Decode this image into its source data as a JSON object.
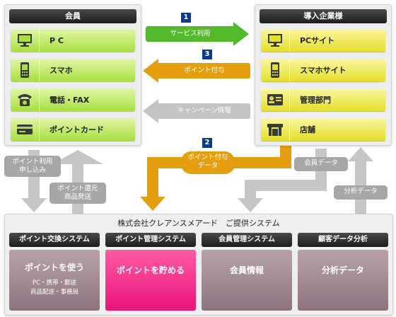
{
  "left_panel": {
    "title": "会員",
    "items": [
      {
        "label": "P C",
        "icon": "monitor-icon"
      },
      {
        "label": "スマホ",
        "icon": "smartphone-icon"
      },
      {
        "label": "電話・FAX",
        "icon": "telephone-icon"
      },
      {
        "label": "ポイントカード",
        "icon": "card-icon"
      }
    ]
  },
  "right_panel": {
    "title": "導入企業様",
    "items": [
      {
        "label": "PCサイト",
        "icon": "monitor-icon"
      },
      {
        "label": "スマホサイト",
        "icon": "smartphone-icon"
      },
      {
        "label": "管理部門",
        "icon": "id-badge-icon"
      },
      {
        "label": "店舗",
        "icon": "store-icon"
      }
    ]
  },
  "flows": {
    "service_use": {
      "number": "1",
      "label": "サービス利用",
      "color": "#55b92e"
    },
    "point_grant": {
      "number": "3",
      "label": "ポイント付与",
      "color": "#e59e0e"
    },
    "campaign_info": {
      "label": "キャンペーン情報",
      "color": "#b7b7b7"
    },
    "point_grant_data": {
      "number": "2",
      "label_line1": "ポイント付与",
      "label_line2": "データ",
      "color": "#e59e0e"
    },
    "point_use_apply": {
      "line1": "ポイント利用",
      "line2": "申し込み"
    },
    "point_return": {
      "line1": "ポイント還元",
      "line2": "商品発送"
    },
    "member_data": {
      "label": "会員データ"
    },
    "analysis_data": {
      "label": "分析データ"
    }
  },
  "bottom": {
    "title": "株式会社クレアンスメアード　ご提供システム",
    "systems": [
      {
        "header": "ポイント交換システム",
        "main": "ポイントを使う",
        "sub1": "PC・携帯・郵送",
        "sub2": "商品配送・事務局"
      },
      {
        "header": "ポイント管理システム",
        "main": "ポイントを貯める"
      },
      {
        "header": "会員管理システム",
        "main": "会員情報"
      },
      {
        "header": "顧客データ分析",
        "main": "分析データ"
      }
    ]
  },
  "colors": {
    "green": "#a9df41",
    "yellow": "#e4df2a",
    "orange": "#e59e0e",
    "gray_arrow": "#c4c4c4",
    "pink": "#e8157a",
    "navy": "#0b3a8f"
  }
}
